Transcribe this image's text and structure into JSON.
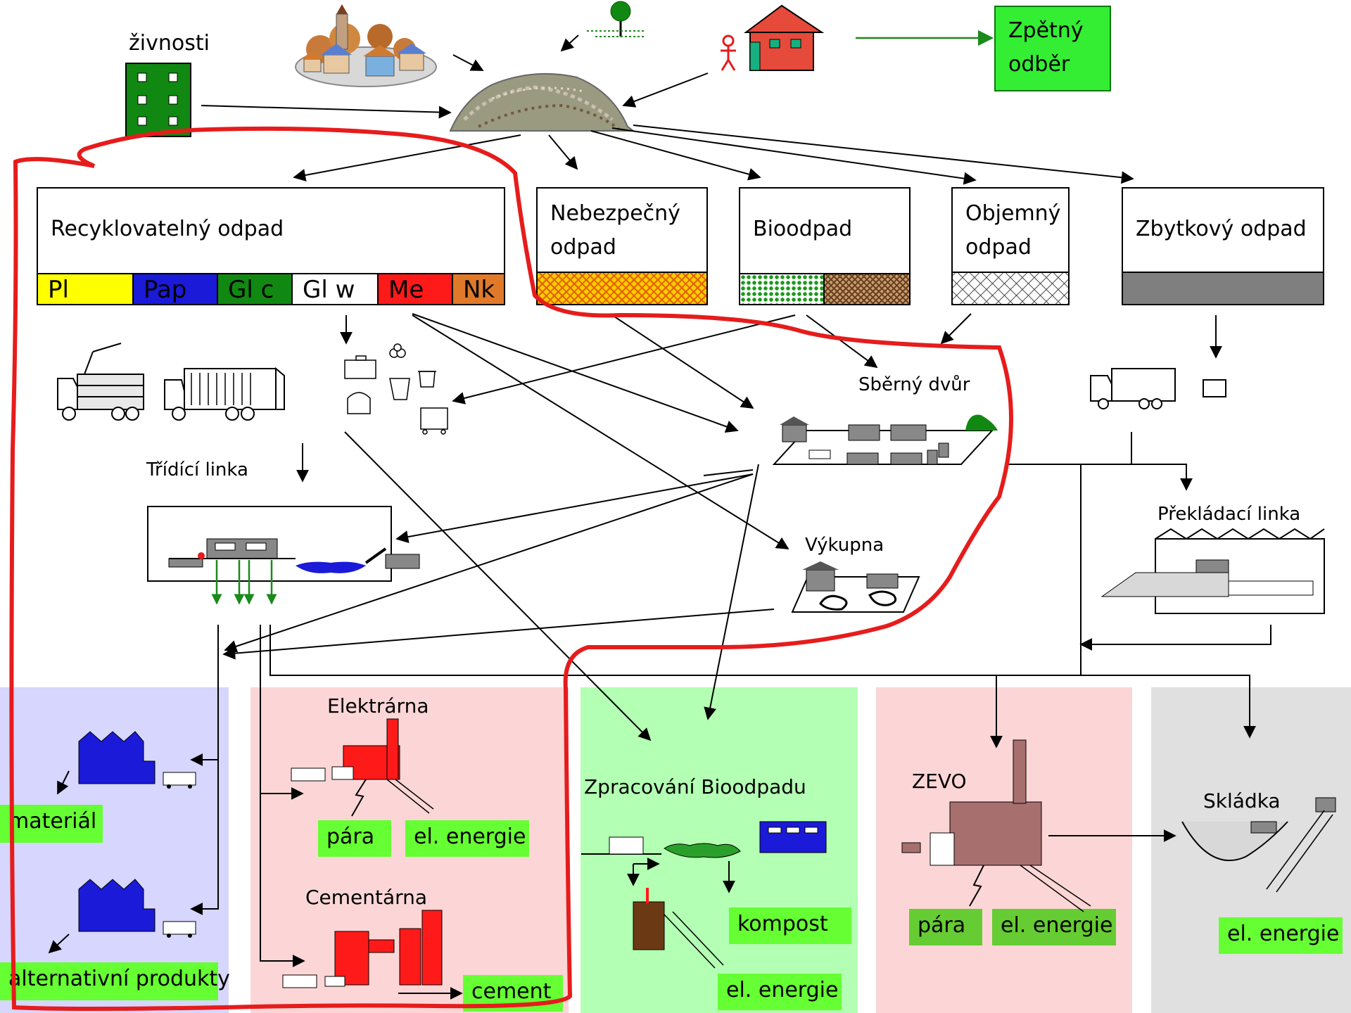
{
  "sources": {
    "zivnosti": "živnosti",
    "zpetny_odber": [
      "Zpětný",
      "odběr"
    ]
  },
  "categories": {
    "recyclable": "Recyklovatelný odpad",
    "hazardous": [
      "Nebezpečný",
      "odpad"
    ],
    "bio": "Bioodpad",
    "bulky": [
      "Objemný",
      "odpad"
    ],
    "residual": "Zbytkový odpad"
  },
  "recyclable_strips": [
    {
      "label": "Pl",
      "color": "#ffff00"
    },
    {
      "label": "Pap",
      "color": "#1a1ad8"
    },
    {
      "label": "Gl c",
      "color": "#118811"
    },
    {
      "label": "Gl w",
      "color": "#ffffff"
    },
    {
      "label": "Me",
      "color": "#ff1a1a"
    },
    {
      "label": "Nk",
      "color": "#e07a2a"
    }
  ],
  "facilities": {
    "tridici_linka": "Třídící linka",
    "sberny_dvur": "Sběrný dvůr",
    "vykupna": "Výkupna",
    "prekladaci_linka": "Překládací linka"
  },
  "destinations": {
    "material": "materiál",
    "alternativni_produkty": "alternativní produkty",
    "elektrarna": "Elektrárna",
    "cementarna": "Cementárna",
    "para": "pára",
    "el_energie": "el. energie",
    "cement": "cement",
    "zpracovani_bioodpadu": "Zpracování Bioodpadu",
    "kompost": "kompost",
    "zevo": "ZEVO",
    "skladka": "Skládka"
  },
  "colors": {
    "panel_blue": "#d6d6ff",
    "panel_pink": "#fcd6d6",
    "panel_green": "#b3ffb3",
    "panel_gray": "#e0e0e0",
    "label_green": "#66ff33",
    "highlight_red": "#e61c1c",
    "facility_red": "#ff1a1a",
    "facility_blue": "#1a1ad8",
    "zevo_brown": "#a86f6f"
  }
}
